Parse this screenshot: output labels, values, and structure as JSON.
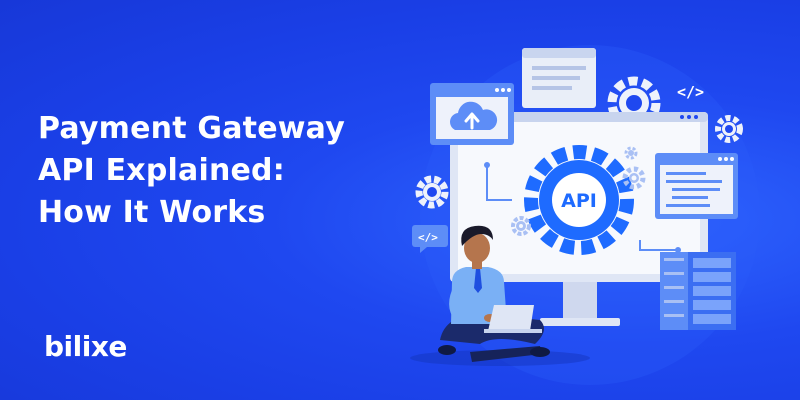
{
  "banner": {
    "title_lines": [
      "Payment Gateway",
      "API Explained:",
      "How It Works"
    ],
    "logo_text": "bilixe"
  },
  "illustration": {
    "center_label": "API",
    "code_tag": "</>",
    "code_tag_small": "</>",
    "icons": [
      "cloud-upload-icon",
      "gear-icon",
      "server-rack-icon",
      "laptop-icon",
      "person-icon",
      "code-tag-icon"
    ]
  },
  "colors": {
    "background": "#1f48f0",
    "accent_blue": "#1e6bff",
    "panel_light": "#f2f5fb",
    "window_blue": "#5d8df7"
  }
}
